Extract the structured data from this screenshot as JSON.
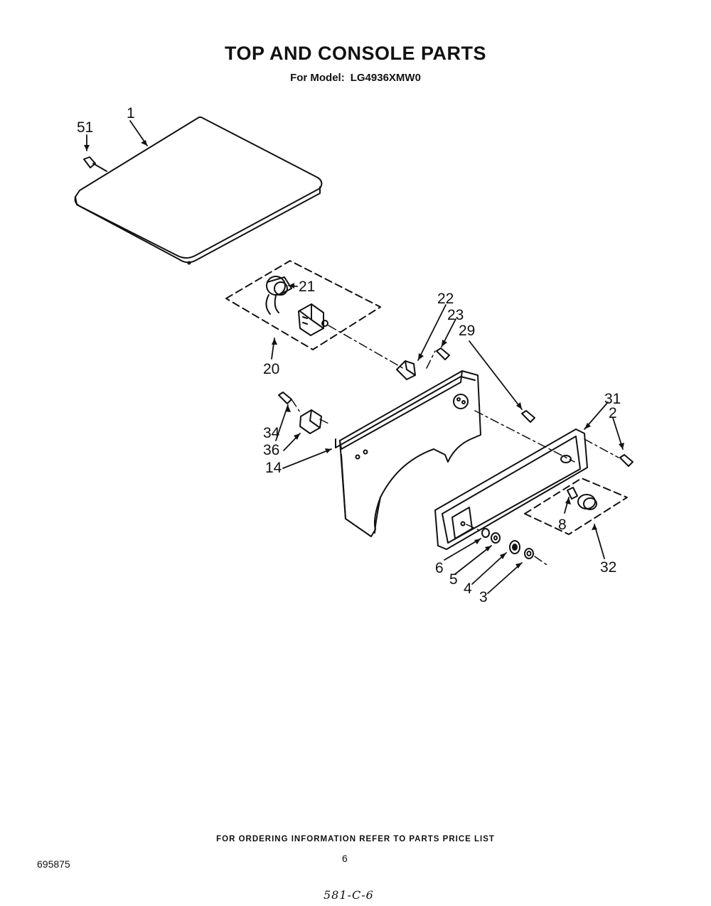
{
  "title": "TOP AND CONSOLE PARTS",
  "subtitle": {
    "prefix": "For Model:",
    "model": "LG4936XMW0"
  },
  "callouts": {
    "c1": "1",
    "c51": "51",
    "c21": "21",
    "c20": "20",
    "c22": "22",
    "c23": "23",
    "c29": "29",
    "c31": "31",
    "c2": "2",
    "c34": "34",
    "c36": "36",
    "c14": "14",
    "c8": "8",
    "c32": "32",
    "c6": "6",
    "c5": "5",
    "c4": "4",
    "c3": "3"
  },
  "footer_note": "FOR ORDERING INFORMATION REFER TO PARTS PRICE LIST",
  "doc_number": "695875",
  "page_number": "6",
  "handwritten_note": "581-C-6"
}
